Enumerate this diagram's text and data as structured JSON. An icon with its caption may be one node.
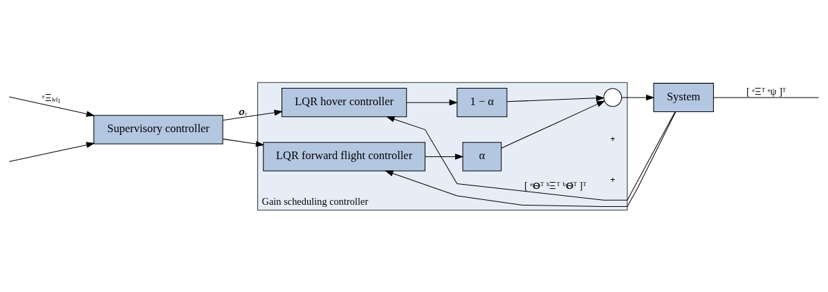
{
  "diagram": {
    "nodes": [
      {
        "text": [
          "Gain scheduling controller"
        ]
      },
      {
        "text": [
          "Supervisory controller"
        ]
      },
      {
        "text": [
          "LQR hover controller"
        ],
        "in": 0
      },
      {
        "text": [
          "LQR forward flight controller"
        ],
        "in": 0
      },
      {
        "text": [
          "1 − α"
        ],
        "in": 0
      },
      {
        "text": [
          "α"
        ],
        "in": 0
      },
      {
        "text": [],
        "shape": "circle",
        "in": 0
      },
      {
        "text": [
          "System"
        ]
      }
    ],
    "edges": [
      {
        "from": null,
        "to": 1,
        "arrow": "to",
        "label": "ᵉ𝚵ₗᵥₗ₁"
      },
      {
        "from": null,
        "to": 1,
        "arrow": "to"
      },
      {
        "from": 1,
        "to": 2,
        "arrow": "to",
        "label": "𝒐ᵣ"
      },
      {
        "from": 1,
        "to": 3,
        "arrow": "to"
      },
      {
        "from": 2,
        "to": 4,
        "arrow": "to"
      },
      {
        "from": 3,
        "to": 5,
        "arrow": "to"
      },
      {
        "from": 4,
        "to": 6,
        "arrow": "to"
      },
      {
        "from": 5,
        "to": 6,
        "arrow": "to"
      },
      {
        "from": 6,
        "to": 7,
        "arrow": "to"
      },
      {
        "from": 7,
        "to": null,
        "arrow": "none",
        "label": "[ ᵉ𝚵ᵀ ᵉψ ]ᵀ"
      },
      {
        "from": 7,
        "to": 2,
        "arrow": "to",
        "label": "[ ᵉ𝚯ᵀ ᵇ𝚵̇ᵀ ᵇ𝚯̇ᵀ ]ᵀ"
      },
      {
        "from": 7,
        "to": 3,
        "arrow": "to"
      }
    ],
    "labels": [
      "+",
      "+"
    ]
  }
}
